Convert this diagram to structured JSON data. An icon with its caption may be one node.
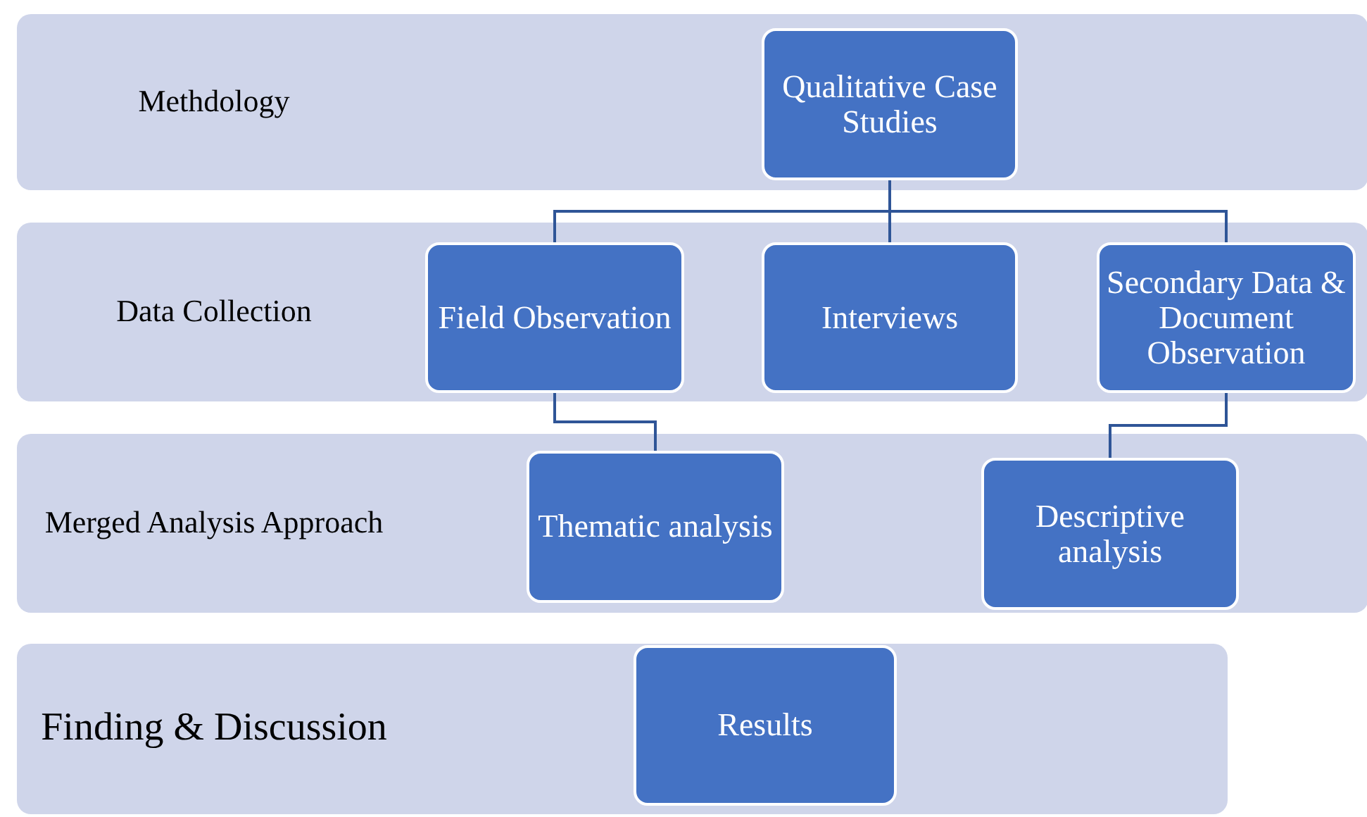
{
  "diagram": {
    "nodes": [
      {
        "text": [
          "Methdology"
        ]
      },
      {
        "text": [
          "Qualitative Case Studies"
        ],
        "in": 0
      },
      {
        "text": [
          "Data Collection"
        ]
      },
      {
        "text": [
          "Field Observation"
        ],
        "in": 2
      },
      {
        "text": [
          "Interviews"
        ],
        "in": 2
      },
      {
        "text": [
          "Secondary Data & Document Observation"
        ],
        "in": 2
      },
      {
        "text": [
          "Merged Analysis Approach"
        ]
      },
      {
        "text": [
          "Thematic analysis"
        ],
        "in": 6
      },
      {
        "text": [
          "Descriptive analysis"
        ],
        "in": 6
      },
      {
        "text": [
          "Finding & Discussion"
        ]
      },
      {
        "text": [
          "Results"
        ],
        "in": 9
      }
    ],
    "edges": [
      {
        "from": 1,
        "to": 3,
        "arrow": "none"
      },
      {
        "from": 1,
        "to": 4,
        "arrow": "none"
      },
      {
        "from": 1,
        "to": 5,
        "arrow": "none"
      },
      {
        "from": 3,
        "to": 7,
        "arrow": "none"
      },
      {
        "from": 5,
        "to": 8,
        "arrow": "none"
      }
    ]
  }
}
